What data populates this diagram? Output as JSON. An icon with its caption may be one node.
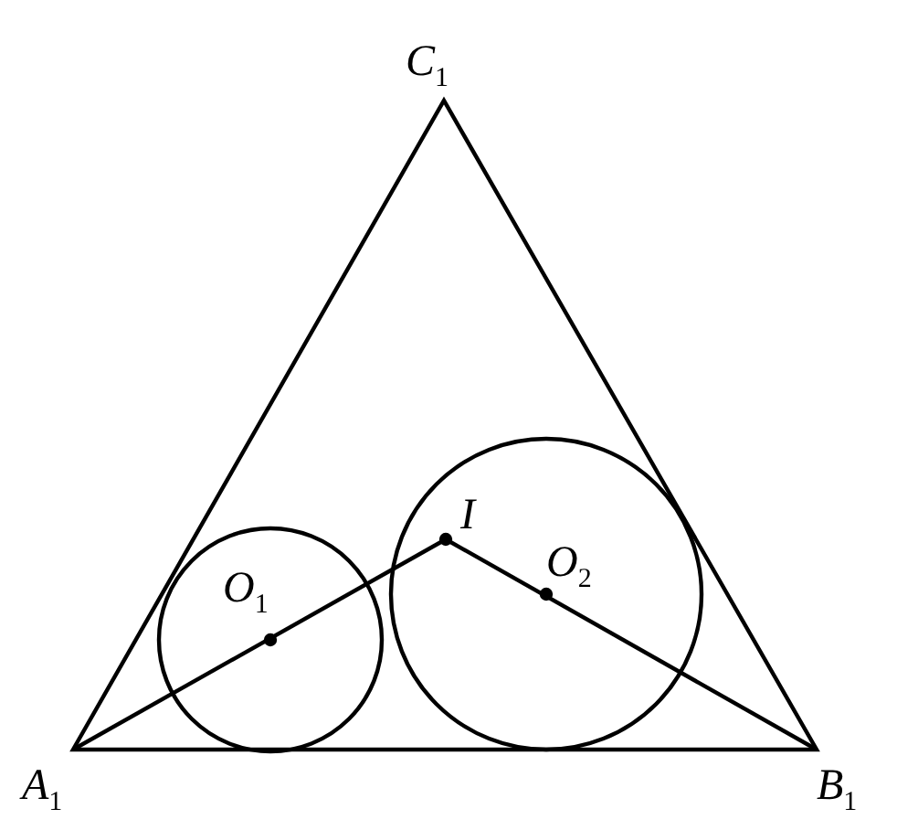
{
  "diagram": {
    "labels": [
      "C$_{1}$",
      "I",
      "O$_{1}$",
      "O$_{2}$",
      "A$_{1}$",
      "B$_{1}$"
    ]
  }
}
